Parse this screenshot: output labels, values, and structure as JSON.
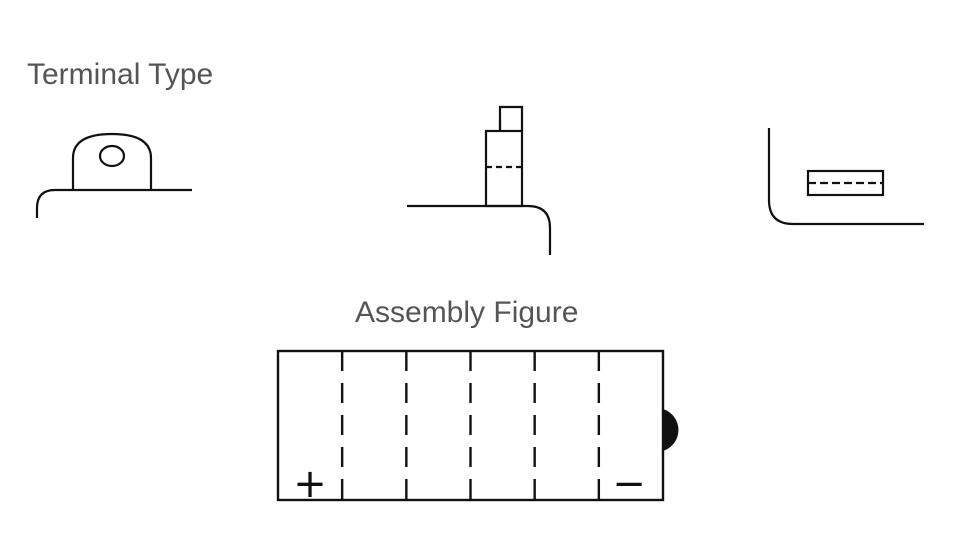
{
  "terminal_section": {
    "title": "Terminal Type",
    "terminals": [
      {
        "icon": "round-eye-post-terminal-icon"
      },
      {
        "icon": "upright-blade-terminal-icon"
      },
      {
        "icon": "flat-bolt-terminal-icon"
      }
    ]
  },
  "assembly_section": {
    "title": "Assembly Figure",
    "cell_count": 6,
    "positive_symbol": "+",
    "negative_symbol": "−",
    "vent_icon": "vent-cap-icon"
  },
  "colors": {
    "line": "#111111",
    "text": "#555555",
    "background": "#ffffff"
  }
}
